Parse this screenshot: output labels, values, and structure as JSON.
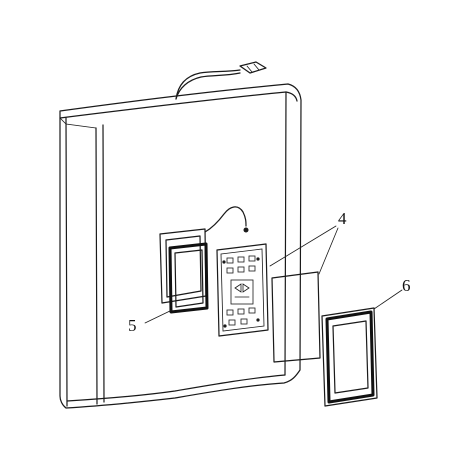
{
  "diagram": {
    "callouts": [
      {
        "id": "label-4",
        "text": "4"
      },
      {
        "id": "label-5",
        "text": "5"
      },
      {
        "id": "label-6",
        "text": "6"
      }
    ]
  }
}
